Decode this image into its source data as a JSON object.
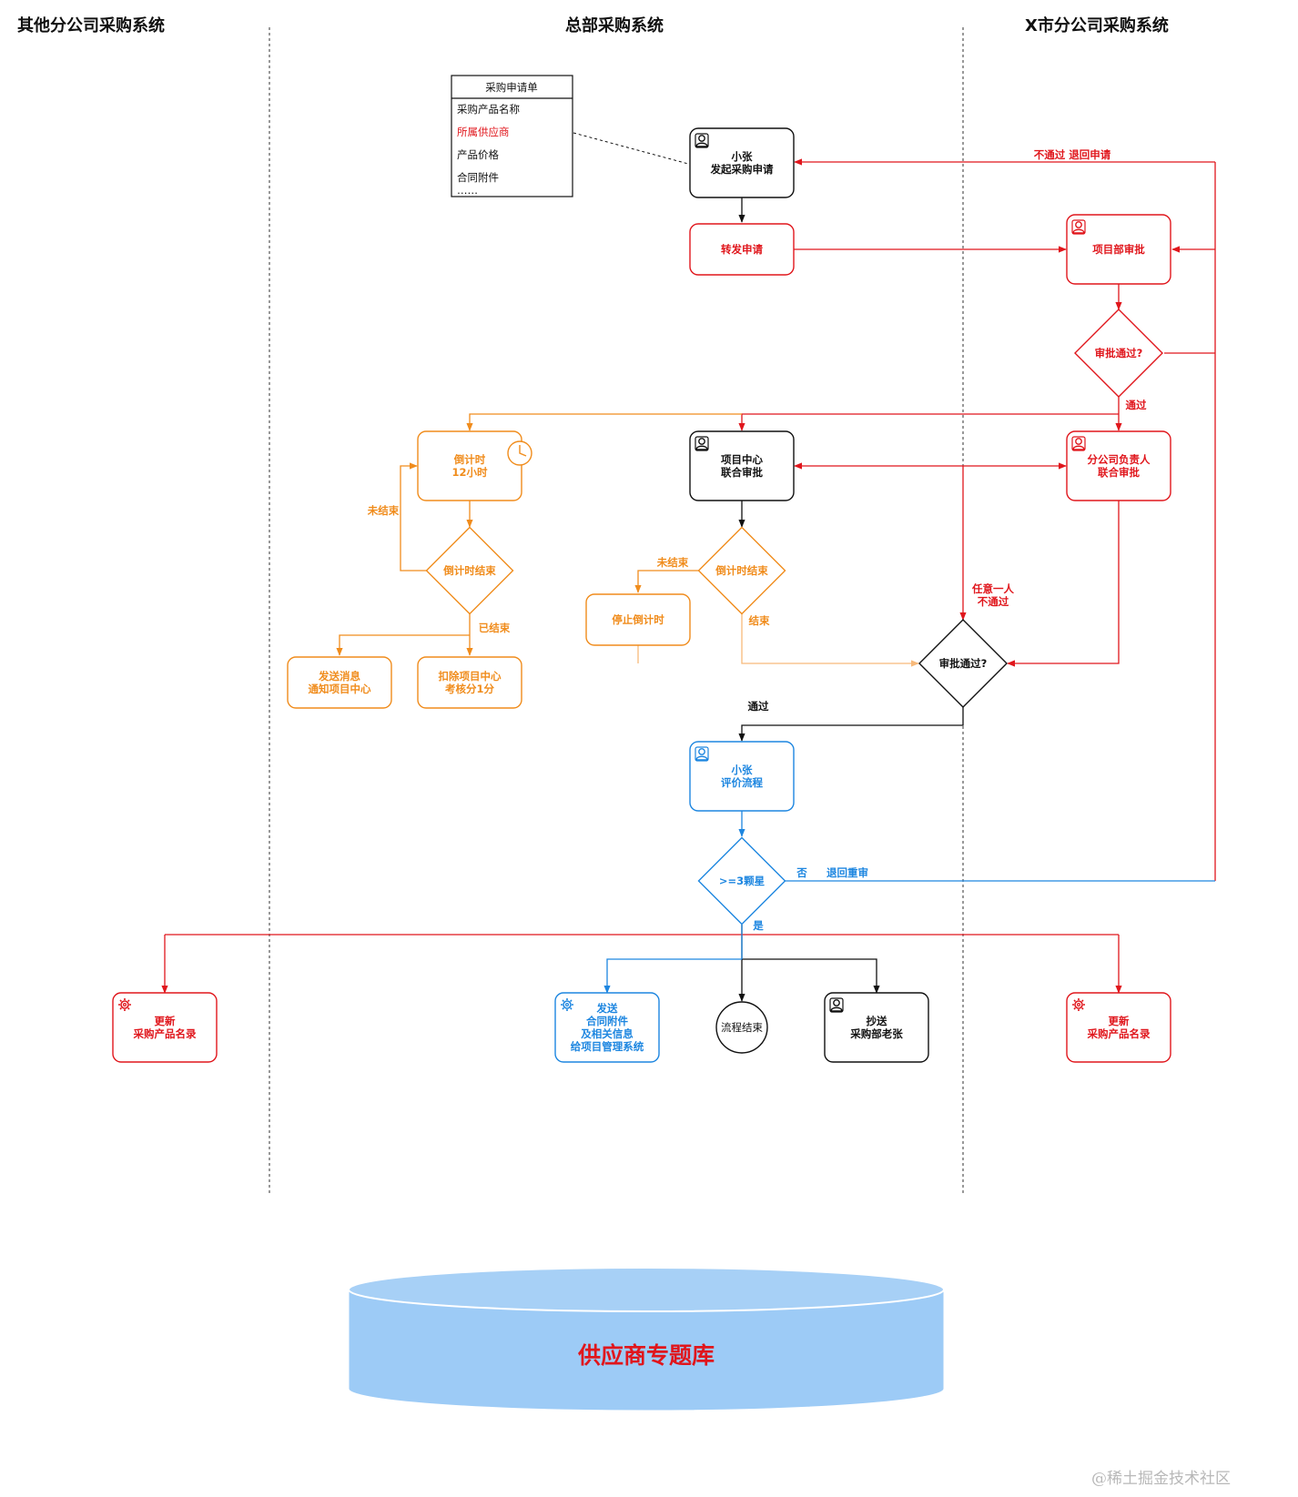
{
  "lanes": {
    "left": "其他分公司采购系统",
    "center": "总部采购系统",
    "right": "X市分公司采购系统"
  },
  "colors": {
    "black": "#111111",
    "red": "#e0161c",
    "orange": "#f08c1c",
    "light_orange": "#f7b97a",
    "blue": "#1d86e0",
    "db_fill": "#9dcbf6",
    "db_text": "#e0161c"
  },
  "form": {
    "title": "采购申请单",
    "fields": [
      "采购产品名称",
      "所属供应商",
      "产品价格",
      "合同附件",
      "……"
    ],
    "highlight_index": 1
  },
  "nodes": {
    "n_apply": {
      "lines": [
        "小张",
        "发起采购申请"
      ],
      "icon": "user-icon"
    },
    "n_forward": {
      "lines": [
        "转发申请"
      ]
    },
    "n_dept": {
      "lines": [
        "项目部审批"
      ],
      "icon": "user-icon"
    },
    "d_approve1": {
      "lines": [
        "审批通过?"
      ]
    },
    "n_timer": {
      "lines": [
        "倒计时",
        "12小时"
      ],
      "icon": "clock-icon"
    },
    "n_center": {
      "lines": [
        "项目中心",
        "联合审批"
      ],
      "icon": "user-icon"
    },
    "n_branch": {
      "lines": [
        "分公司负责人",
        "联合审批"
      ],
      "icon": "user-icon"
    },
    "d_timer_end1": {
      "lines": [
        "倒计时结束"
      ]
    },
    "d_timer_end2": {
      "lines": [
        "倒计时结束"
      ]
    },
    "n_stop": {
      "lines": [
        "停止倒计时"
      ]
    },
    "n_notify": {
      "lines": [
        "发送消息",
        "通知项目中心"
      ]
    },
    "n_deduct": {
      "lines": [
        "扣除项目中心",
        "考核分1分"
      ]
    },
    "d_approve2": {
      "lines": [
        "审批通过?"
      ]
    },
    "n_eval": {
      "lines": [
        "小张",
        "评价流程"
      ],
      "icon": "user-icon"
    },
    "d_stars": {
      "lines": [
        ">=3颗星"
      ]
    },
    "n_update_l": {
      "lines": [
        "更新",
        "采购产品名录"
      ],
      "icon": "gear-icon"
    },
    "n_send": {
      "lines": [
        "发送",
        "合同附件",
        "及相关信息",
        "给项目管理系统"
      ],
      "icon": "gear-icon"
    },
    "n_end": {
      "lines": [
        "流程结束"
      ]
    },
    "n_cc": {
      "lines": [
        "抄送",
        "采购部老张"
      ],
      "icon": "user-icon"
    },
    "n_update_r": {
      "lines": [
        "更新",
        "采购产品名录"
      ],
      "icon": "gear-icon"
    }
  },
  "edge_labels": {
    "reject_return": "不通过 退回申请",
    "pass1": "通过",
    "not_ended1": "未结束",
    "ended1": "已结束",
    "not_ended2": "未结束",
    "ended2": "结束",
    "anyone_reject": [
      "任意一人",
      "不通过"
    ],
    "pass2": "通过",
    "no": "否",
    "re_review": "退回重审",
    "yes": "是"
  },
  "database": {
    "label": "供应商专题库"
  },
  "watermark": "@稀土掘金技术社区"
}
